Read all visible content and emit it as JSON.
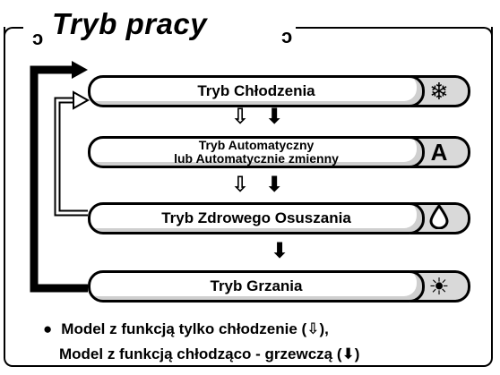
{
  "title": "Tryb pracy",
  "modes": [
    {
      "label": "Tryb Chłodzenia",
      "icon": "snowflake-icon",
      "glyph": "❄"
    },
    {
      "label_line1": "Tryb Automatyczny",
      "label_line2": "lub Automatycznie zmienny",
      "icon": "auto-mountain-icon",
      "glyph": "A"
    },
    {
      "label": "Tryb Zdrowego Osuszania",
      "icon": "water-drop-icon",
      "glyph": "💧"
    },
    {
      "label": "Tryb Grzania",
      "icon": "sun-icon",
      "glyph": "☀"
    }
  ],
  "arrow_outline": "⇩",
  "arrow_filled": "⬇",
  "legend": {
    "line1": "Model z funkcją tylko chłodzenie (⇩),",
    "line2": "Model z funkcją chłodząco - grzewczą (⬇)"
  },
  "colors": {
    "pill_shadow": "#cfcfcf",
    "icon_box": "#d9d9d9",
    "line": "#000000"
  }
}
